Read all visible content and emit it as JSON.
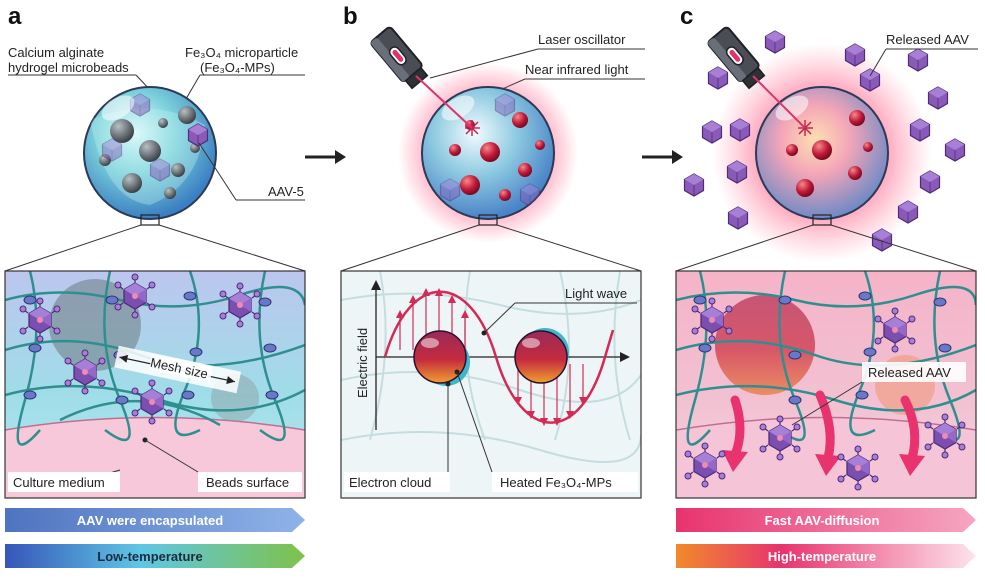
{
  "panels": {
    "a": {
      "letter": "a",
      "label_alginate_1": "Calcium alginate",
      "label_alginate_2": "hydrogel microbeads",
      "label_fe_1": "Fe₃O₄ microparticle",
      "label_fe_2": "(Fe₃O₄-MPs)",
      "label_aav5": "AAV-5",
      "label_mesh": "Mesh size",
      "label_culture": "Culture medium",
      "label_surface": "Beads surface",
      "banner_1": "AAV were encapsulated",
      "banner_2": "Low-temperature"
    },
    "b": {
      "letter": "b",
      "label_laser": "Laser oscillator",
      "label_nir": "Near infrared light",
      "label_wave": "Light wave",
      "label_efield": "Electric field",
      "label_cloud": "Electron cloud",
      "label_heated": "Heated Fe₃O₄-MPs"
    },
    "c": {
      "letter": "c",
      "label_released_top": "Released AAV",
      "label_released_zoom": "Released AAV",
      "banner_1": "Fast AAV-diffusion",
      "banner_2": "High-temperature"
    }
  },
  "colors": {
    "banner_blue": "#5b7fc4",
    "banner_pink": "#e8457a",
    "accent_red": "#d42a55",
    "mesh_teal": "#3aa0a0",
    "aav_purple": "#8a5ab8"
  }
}
